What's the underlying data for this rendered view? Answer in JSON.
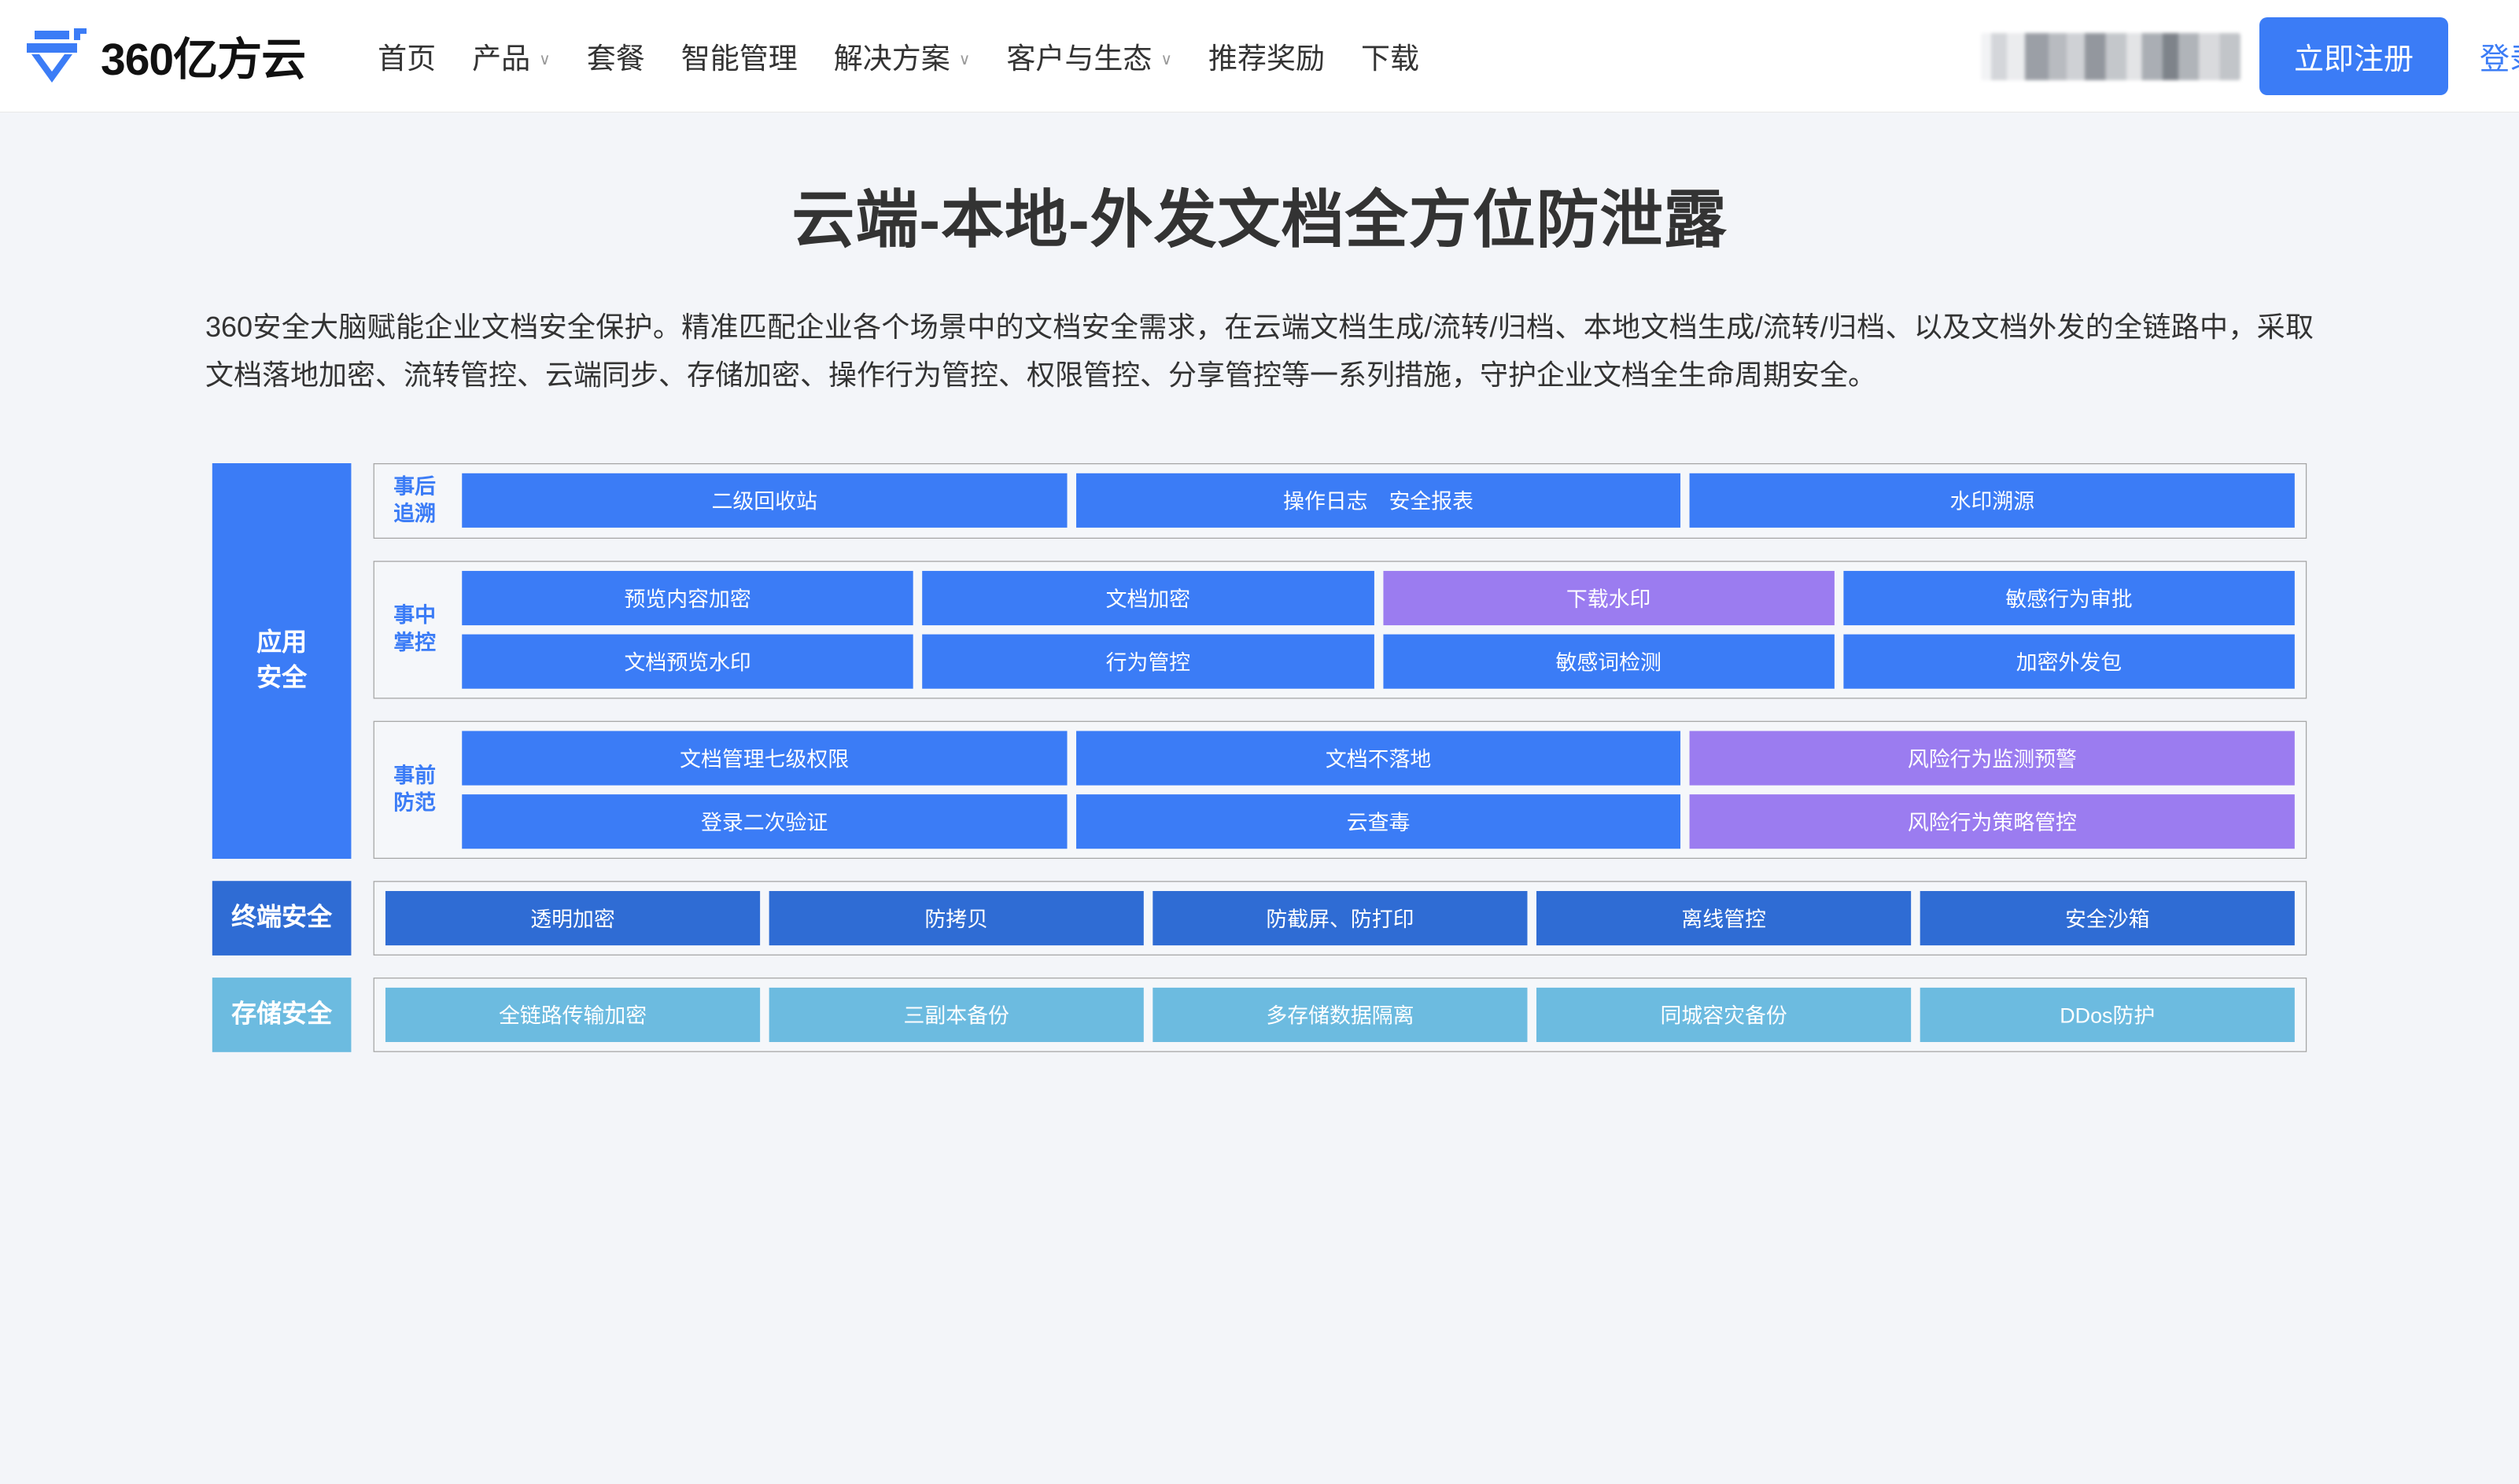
{
  "nav": {
    "brand_name": "360亿方云",
    "logo_icon": "pen-nib-icon",
    "items": [
      {
        "label": "首页",
        "has_caret": false
      },
      {
        "label": "产品",
        "has_caret": true
      },
      {
        "label": "套餐",
        "has_caret": false
      },
      {
        "label": "智能管理",
        "has_caret": false
      },
      {
        "label": "解决方案",
        "has_caret": true
      },
      {
        "label": "客户与生态",
        "has_caret": true
      },
      {
        "label": "推荐奖励",
        "has_caret": false
      },
      {
        "label": "下载",
        "has_caret": false
      }
    ],
    "caret_glyph": "∨",
    "register_label": "立即注册",
    "login_label": "登录",
    "accent_color": "#3b7cf6"
  },
  "hero": {
    "title": "云端-本地-外发文档全方位防泄露",
    "description": "360安全大脑赋能企业文档安全保护。精准匹配企业各个场景中的文档安全需求，在云端文档生成/流转/归档、本地文档生成/流转/归档、以及文档外发的全链路中，采取文档落地加密、流转管控、云端同步、存储加密、操作行为管控、权限管控、分享管控等一系列措施，守护企业文档全生命周期安全。"
  },
  "diagram": {
    "colors": {
      "blue": "#3b7cf6",
      "purple": "#9b7cf0",
      "dark_blue": "#2f6cd4",
      "light_blue": "#6cbbe0",
      "panel_bg": "#f5f7fa",
      "panel_border": "#a6a6a6"
    },
    "app_security": {
      "label": "应用\n安全",
      "label_line1": "应用",
      "label_line2": "安全",
      "stages": [
        {
          "label_line1": "事后",
          "label_line2": "追溯",
          "rows": [
            [
              {
                "text": "二级回收站",
                "color": "blue"
              },
              {
                "text": "操作日志　安全报表",
                "color": "blue"
              },
              {
                "text": "水印溯源",
                "color": "blue"
              }
            ]
          ]
        },
        {
          "label_line1": "事中",
          "label_line2": "掌控",
          "rows": [
            [
              {
                "text": "预览内容加密",
                "color": "blue"
              },
              {
                "text": "文档加密",
                "color": "blue"
              },
              {
                "text": "下载水印",
                "color": "purple"
              },
              {
                "text": "敏感行为审批",
                "color": "blue"
              }
            ],
            [
              {
                "text": "文档预览水印",
                "color": "blue"
              },
              {
                "text": "行为管控",
                "color": "blue"
              },
              {
                "text": "敏感词检测",
                "color": "blue"
              },
              {
                "text": "加密外发包",
                "color": "blue"
              }
            ]
          ]
        },
        {
          "label_line1": "事前",
          "label_line2": "防范",
          "rows": [
            [
              {
                "text": "文档管理七级权限",
                "color": "blue"
              },
              {
                "text": "文档不落地",
                "color": "blue"
              },
              {
                "text": "风险行为监测预警",
                "color": "purple"
              }
            ],
            [
              {
                "text": "登录二次验证",
                "color": "blue"
              },
              {
                "text": "云查毒",
                "color": "blue"
              },
              {
                "text": "风险行为策略管控",
                "color": "purple"
              }
            ]
          ]
        }
      ]
    },
    "terminal_security": {
      "label": "终端安全",
      "tiles": [
        {
          "text": "透明加密",
          "color": "dark"
        },
        {
          "text": "防拷贝",
          "color": "dark"
        },
        {
          "text": "防截屏、防打印",
          "color": "dark"
        },
        {
          "text": "离线管控",
          "color": "dark"
        },
        {
          "text": "安全沙箱",
          "color": "dark"
        }
      ]
    },
    "storage_security": {
      "label": "存储安全",
      "tiles": [
        {
          "text": "全链路传输加密",
          "color": "light"
        },
        {
          "text": "三副本备份",
          "color": "light"
        },
        {
          "text": "多存储数据隔离",
          "color": "light"
        },
        {
          "text": "同城容灾备份",
          "color": "light"
        },
        {
          "text": "DDos防护",
          "color": "light"
        }
      ]
    }
  }
}
